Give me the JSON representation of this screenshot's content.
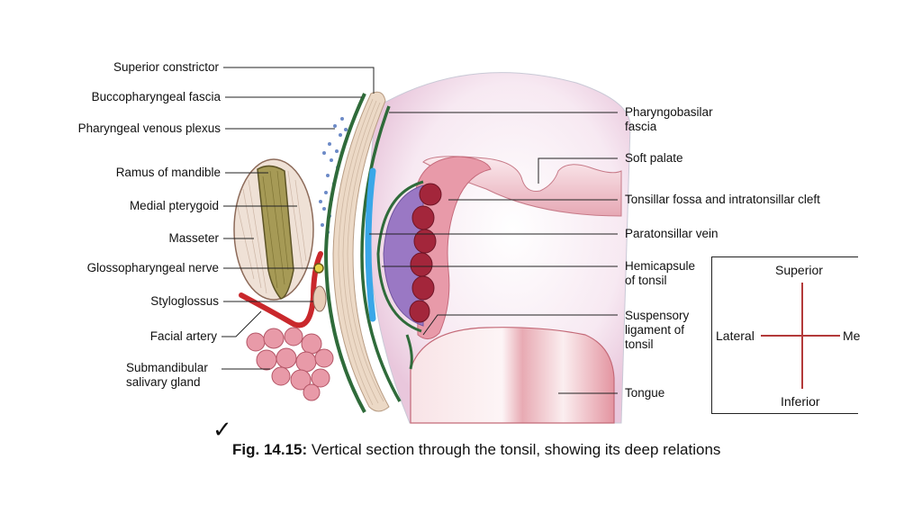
{
  "labels_left": [
    {
      "id": "superior-constrictor",
      "text": "Superior constrictor"
    },
    {
      "id": "buccopharyngeal-fascia",
      "text": "Buccopharyngeal fascia"
    },
    {
      "id": "pharyngeal-venous-plexus",
      "text": "Pharyngeal venous plexus"
    },
    {
      "id": "ramus-of-mandible",
      "text": "Ramus of mandible"
    },
    {
      "id": "medial-pterygoid",
      "text": "Medial pterygoid"
    },
    {
      "id": "masseter",
      "text": "Masseter"
    },
    {
      "id": "glossopharyngeal-nerve",
      "text": "Glossopharyngeal nerve"
    },
    {
      "id": "styloglossus",
      "text": "Styloglossus"
    },
    {
      "id": "facial-artery",
      "text": "Facial artery"
    },
    {
      "id": "submandibular-gland",
      "text": "Submandibular\nsalivary gland"
    }
  ],
  "labels_right": [
    {
      "id": "pharyngobasilar-fascia",
      "text": "Pharyngobasilar\nfascia"
    },
    {
      "id": "soft-palate",
      "text": "Soft palate"
    },
    {
      "id": "tonsillar-fossa",
      "text": "Tonsillar fossa and intratonsillar cleft"
    },
    {
      "id": "paratonsillar-vein",
      "text": "Paratonsillar vein"
    },
    {
      "id": "hemicapsule",
      "text": "Hemicapsule\nof tonsil"
    },
    {
      "id": "suspensory-ligament",
      "text": "Suspensory\nligament of\ntonsil"
    },
    {
      "id": "tongue",
      "text": "Tongue"
    }
  ],
  "orientation": {
    "superior": "Superior",
    "inferior": "Inferior",
    "lateral": "Lateral",
    "medial": "Me"
  },
  "caption": {
    "fig": "Fig. 14.15:",
    "text": " Vertical section through the tonsil, showing its deep relations"
  },
  "colors": {
    "muscle_band": "#ecd9c6",
    "fascia_green": "#2f6b3a",
    "tonsil_purple": "#9a78c4",
    "tonsil_red": "#a3263b",
    "artery": "#c9282c",
    "vein_blue": "#3aa7e8",
    "gland_pink": "#e89aa8",
    "tongue_pink": "#e8a7b0",
    "pterygoid": "#a69a56",
    "orient_line": "#b33a3a"
  }
}
